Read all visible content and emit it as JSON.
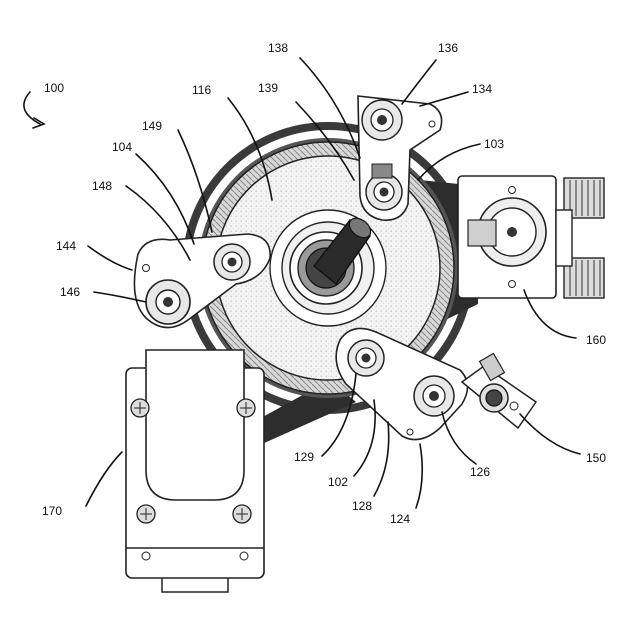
{
  "figure": {
    "ref": "100",
    "labels": [
      "100",
      "116",
      "138",
      "139",
      "136",
      "134",
      "103",
      "149",
      "104",
      "148",
      "144",
      "146",
      "160",
      "170",
      "129",
      "102",
      "128",
      "124",
      "126",
      "150"
    ]
  },
  "colors": {
    "ink": "#222222",
    "background": "#ffffff",
    "light": "#f0f0f0",
    "dark": "#555555"
  }
}
